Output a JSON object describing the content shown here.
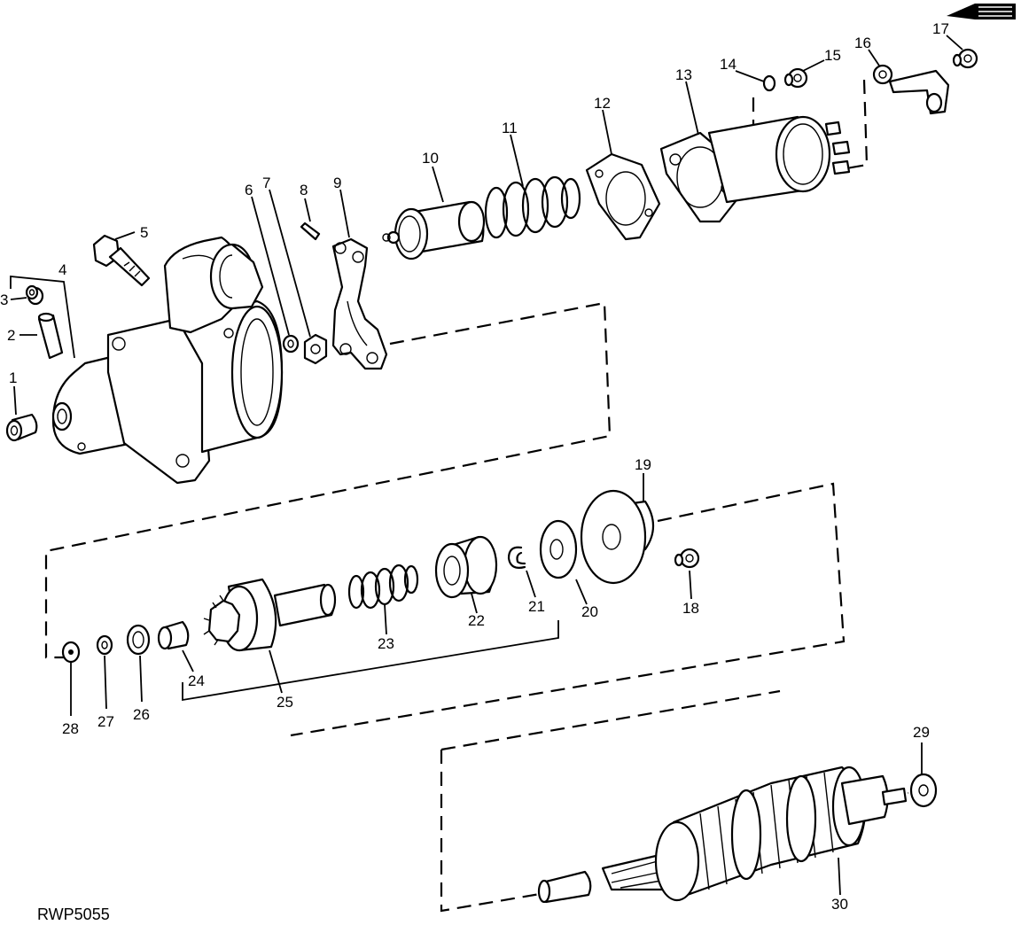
{
  "figure_code": "RWP5055",
  "callouts": [
    "1",
    "2",
    "3",
    "4",
    "5",
    "6",
    "7",
    "8",
    "9",
    "10",
    "11",
    "12",
    "13",
    "14",
    "15",
    "16",
    "17",
    "18",
    "19",
    "20",
    "21",
    "22",
    "23",
    "24",
    "25",
    "26",
    "27",
    "28",
    "29",
    "30"
  ]
}
